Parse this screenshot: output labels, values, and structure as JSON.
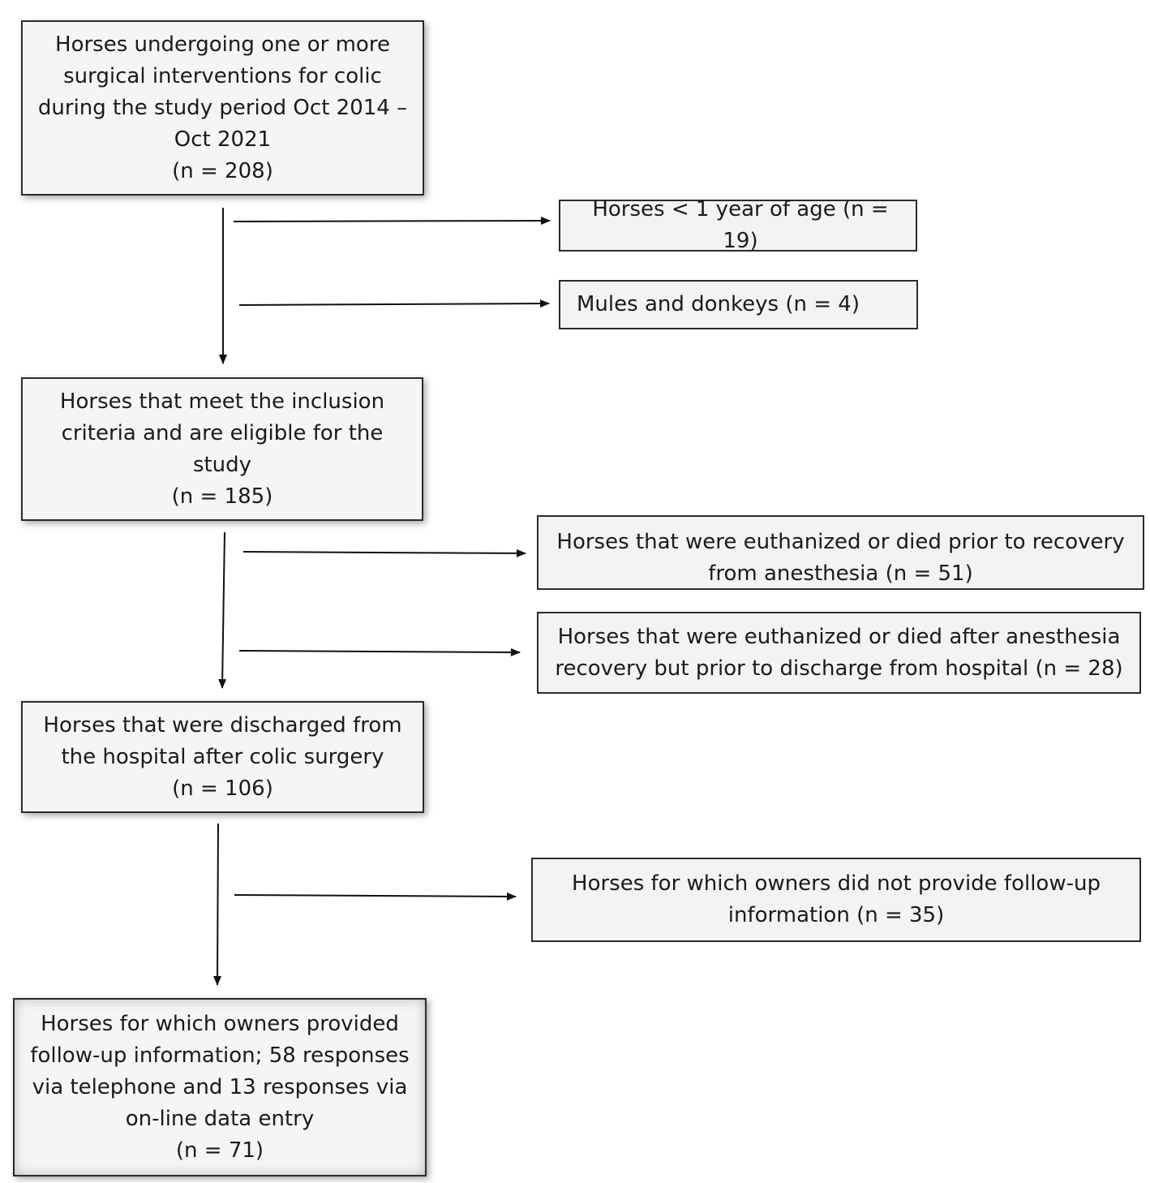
{
  "flowchart": {
    "main_boxes": [
      {
        "text": "Horses undergoing one or more\nsurgical interventions for colic\nduring the study period Oct 2014 –\nOct 2021\n(n = 208)"
      },
      {
        "text": "Horses that meet the inclusion\ncriteria and are eligible for the\nstudy\n(n = 185)"
      },
      {
        "text": "Horses that were discharged from\nthe hospital after colic surgery\n(n = 106)"
      },
      {
        "text": "Horses for which owners provided\nfollow-up information; 58 responses\nvia telephone and 13 responses via\non-line data entry\n(n = 71)"
      }
    ],
    "side_boxes": [
      {
        "text": "Horses < 1 year of age  (n = 19)"
      },
      {
        "text": "Mules and donkeys  (n = 4)"
      },
      {
        "text": "Horses that were euthanized or died prior to recovery\nfrom anesthesia  (n = 51)"
      },
      {
        "text": "Horses that were euthanized or died after anesthesia\nrecovery but prior to discharge from hospital  (n = 28)"
      },
      {
        "text": "Horses for which owners did not provide follow-up\ninformation (n = 35)"
      }
    ],
    "colors": {
      "box_fill": "#f5f5f5",
      "border": "#2b2b2b",
      "arrow": "#111111"
    }
  }
}
